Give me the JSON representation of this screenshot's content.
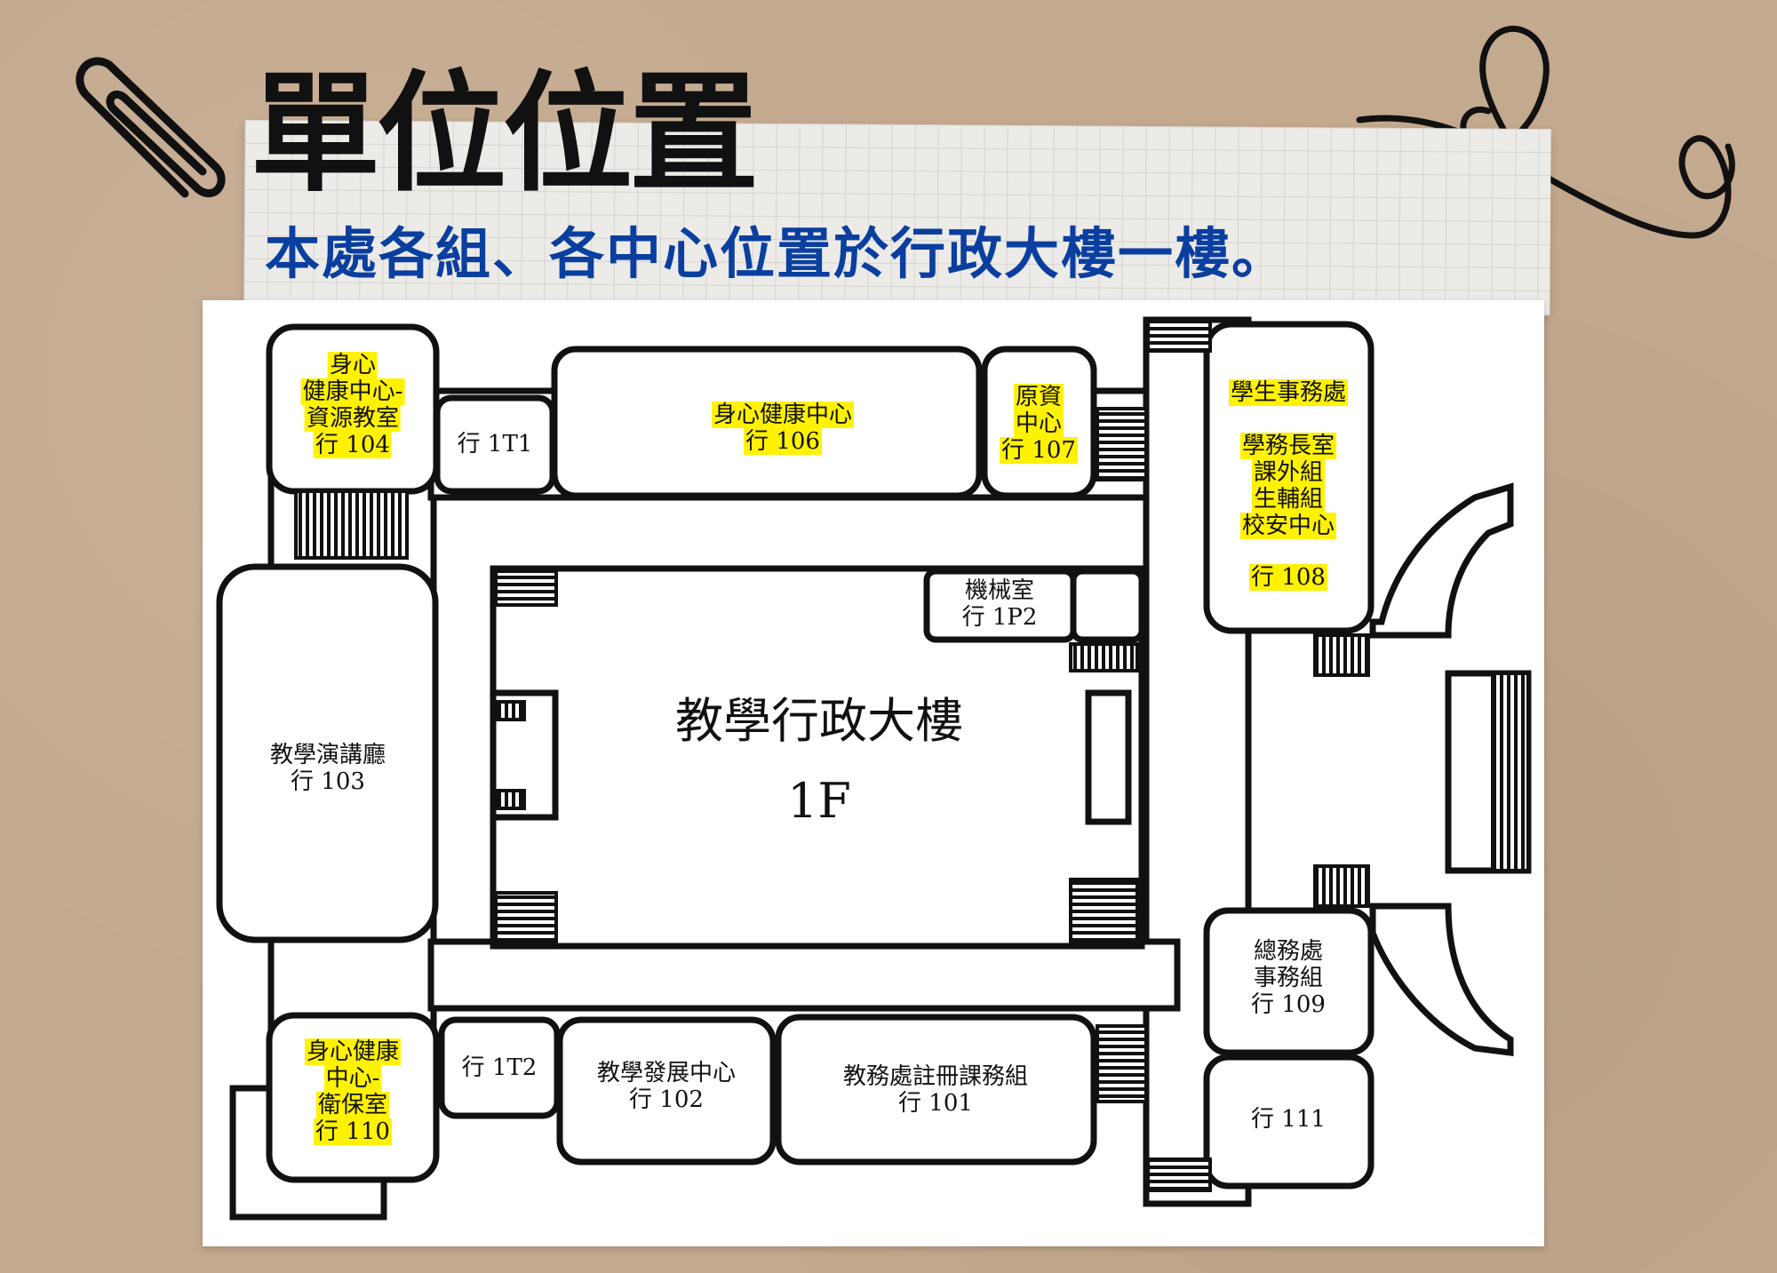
{
  "header": {
    "title": "單位位置",
    "subtitle": "本處各組、各中心位置於行政大樓一樓。"
  },
  "map": {
    "rooms": {
      "r104": {
        "line1": "身心",
        "line2": "健康中心-",
        "line3": "資源教室",
        "line4": "行 104"
      },
      "r1t1": {
        "line1": "行 1T1"
      },
      "r106": {
        "line1": "身心健康中心",
        "line2": "行 106"
      },
      "r107": {
        "line1": "原資",
        "line2": "中心",
        "line3": "行 107"
      },
      "r108": {
        "line1": "學生事務處",
        "line2": "學務長室",
        "line3": "課外組",
        "line4": "生輔組",
        "line5": "校安中心",
        "line6": "行 108"
      },
      "r1p2": {
        "line1": "機械室",
        "line2": "行 1P2"
      },
      "center": {
        "line1": "教學行政大樓",
        "line2": "1F"
      },
      "r103": {
        "line1": "教學演講廳",
        "line2": "行 103"
      },
      "r109": {
        "line1": "總務處",
        "line2": "事務組",
        "line3": "行 109"
      },
      "r110": {
        "line1": "身心健康",
        "line2": "中心-",
        "line3": "衛保室",
        "line4": "行 110"
      },
      "r1t2": {
        "line1": "行 1T2"
      },
      "r102": {
        "line1": "教學發展中心",
        "line2": "行 102"
      },
      "r101": {
        "line1": "教務處註冊課務組",
        "line2": "行 101"
      },
      "r111": {
        "line1": "行 111"
      }
    }
  },
  "colors": {
    "background": "#c3a98e",
    "subtitle": "#0a3fa0",
    "highlight": "#fff200",
    "ink": "#111111"
  },
  "icons": [
    "paperclip-icon",
    "doodle-loop-icon"
  ]
}
